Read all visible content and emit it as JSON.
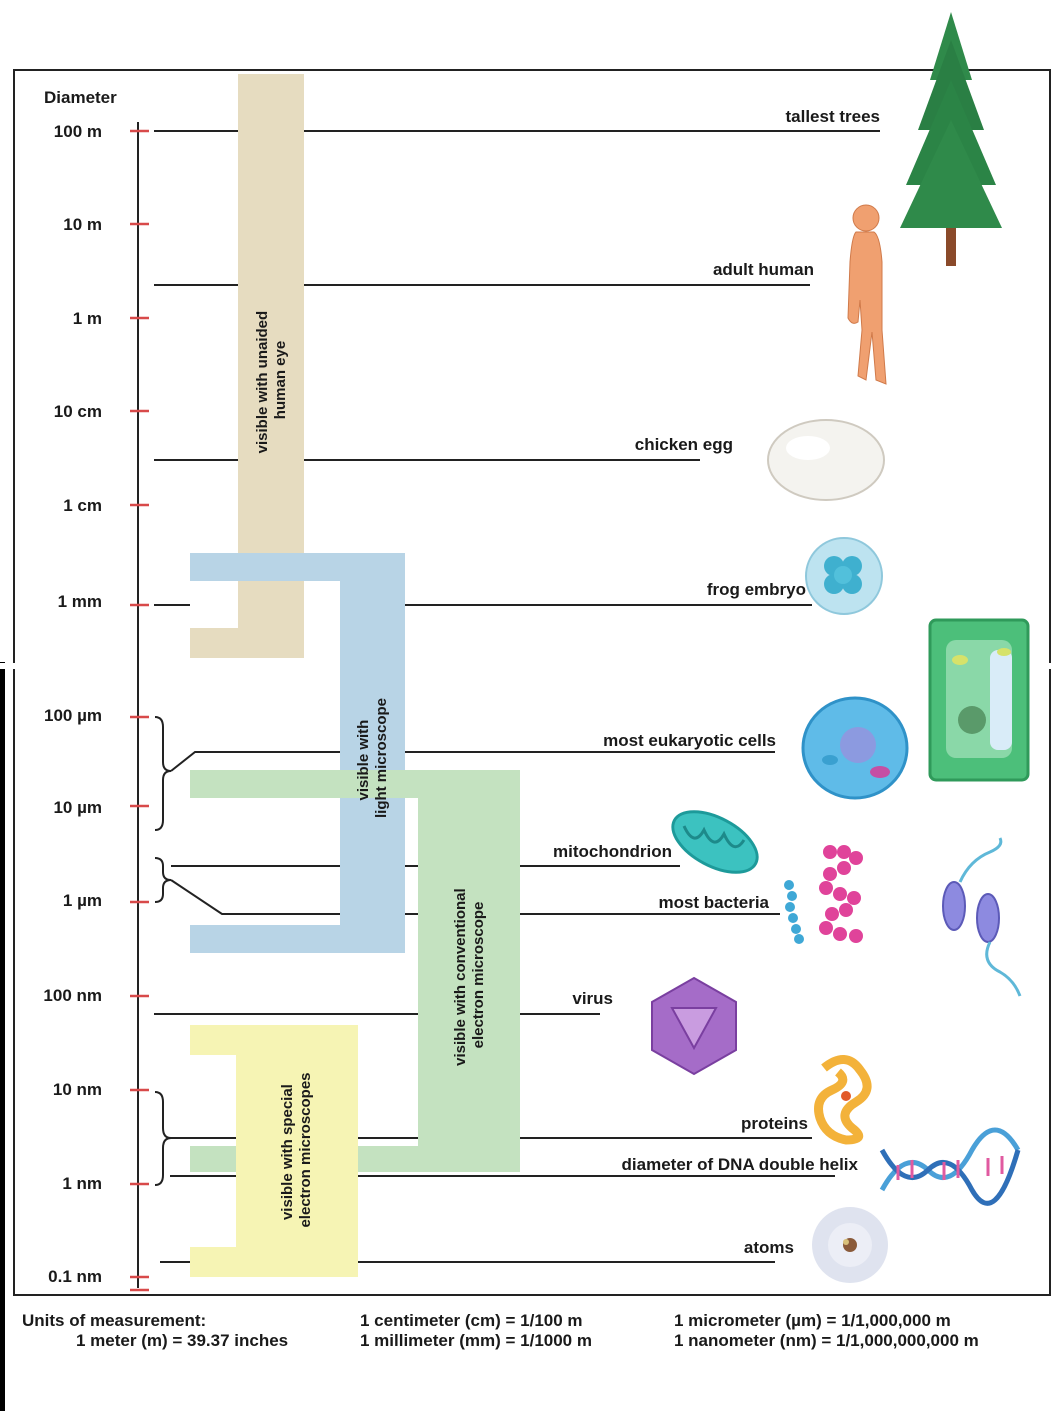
{
  "scale": {
    "title": "Diameter",
    "ticks": [
      "100 m",
      "10 m",
      "1 m",
      "10 cm",
      "1 cm",
      "1 mm",
      "100 µm",
      "10 µm",
      "1 µm",
      "100 nm",
      "10 nm",
      "1 nm",
      "0.1 nm"
    ]
  },
  "bands": {
    "eye": [
      "visible with unaided",
      "human eye"
    ],
    "light": [
      "visible with",
      "light microscope"
    ],
    "electron": [
      "visible with conventional",
      "electron microscope"
    ],
    "special": [
      "visible with special",
      "electron microscopes"
    ]
  },
  "items": {
    "trees": "tallest trees",
    "human": "adult human",
    "egg": "chicken egg",
    "frog": "frog embryo",
    "eukaryotic": "most eukaryotic cells",
    "mito": "mitochondrion",
    "bacteria": "most bacteria",
    "virus": "virus",
    "proteins": "proteins",
    "dna": "diameter of DNA double helix",
    "atoms": "atoms"
  },
  "footer": {
    "units_title": "Units of measurement:",
    "meter": "1 meter (m) = 39.37 inches",
    "cm": "1 centimeter (cm) = 1/100 m",
    "mm": "1 millimeter (mm) = 1/1000 m",
    "um": "1 micrometer (µm) = 1/1,000,000 m",
    "nm": "1 nanometer (nm) = 1/1,000,000,000 m"
  },
  "colors": {
    "eye_band": "#e6dcc0",
    "light_band": "#b8d4e6",
    "electron_band": "#c4e2c0",
    "special_band": "#f6f4b4",
    "tick_mark": "#d84a4a"
  }
}
